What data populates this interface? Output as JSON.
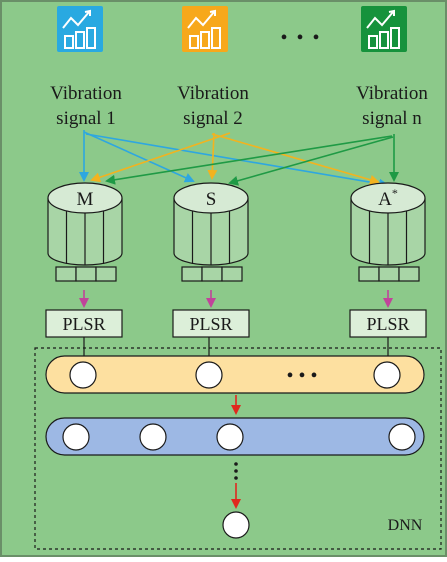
{
  "colors": {
    "background": "#8cc98a",
    "border": "#6a8f68",
    "icon_blue": "#29a9e1",
    "icon_orange": "#f7a81b",
    "icon_green": "#16923c",
    "arrow_blue": "#2ea7e0",
    "arrow_orange": "#f2b31f",
    "arrow_green": "#1f9a45",
    "arrow_magenta": "#c0449a",
    "arrow_red": "#e0281e",
    "cylinder_fill": "#a8d5a6",
    "cylinder_top": "#d6ead4",
    "plsr_fill": "#dcefd9",
    "layer1_fill": "#fde0a0",
    "layer2_fill": "#9db8e4"
  },
  "signals": [
    {
      "icon": "signal-chart-icon",
      "label_line1": "Vibration",
      "label_line2": "signal 1"
    },
    {
      "icon": "signal-chart-icon",
      "label_line1": "Vibration",
      "label_line2": "signal 2"
    },
    {
      "icon": "signal-chart-icon",
      "label_line1": "Vibration",
      "label_line2": "signal n"
    }
  ],
  "signal_ellipsis": "• • •",
  "cylinders": [
    {
      "label": "M"
    },
    {
      "label": "S"
    },
    {
      "label": "A",
      "superscript": "*"
    }
  ],
  "plsr_blocks": [
    {
      "label": "PLSR"
    },
    {
      "label": "PLSR"
    },
    {
      "label": "PLSR"
    }
  ],
  "dnn": {
    "label": "DNN",
    "layer1_ellipsis": "•    •    •",
    "vertical_ellipsis": "⋮"
  }
}
